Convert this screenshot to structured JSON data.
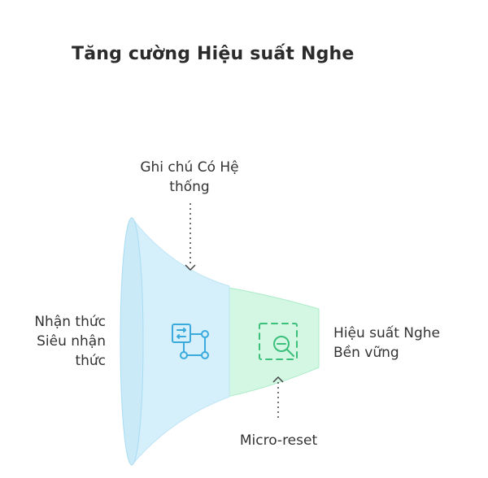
{
  "title": "Tăng cường Hiệu suất Nghe",
  "stages": [
    {
      "label_lines": [
        "Nhận thức",
        "Siêu nhận",
        "thức"
      ],
      "fill": "#d6f0fb",
      "stroke": "#8fd0ee",
      "icon": "flowchart-icon",
      "icon_color": "#3aa9dc"
    },
    {
      "label_lines": [
        "Hiệu suất Nghe",
        "Bền vững"
      ],
      "fill": "#d3f7e3",
      "stroke": "#8de3b5",
      "icon": "zoom-out-icon",
      "icon_color": "#3cbf7a"
    }
  ],
  "annotations": {
    "top": {
      "lines": [
        "Ghi chú Có Hệ",
        "thống"
      ]
    },
    "bottom": {
      "text": "Micro-reset"
    }
  }
}
